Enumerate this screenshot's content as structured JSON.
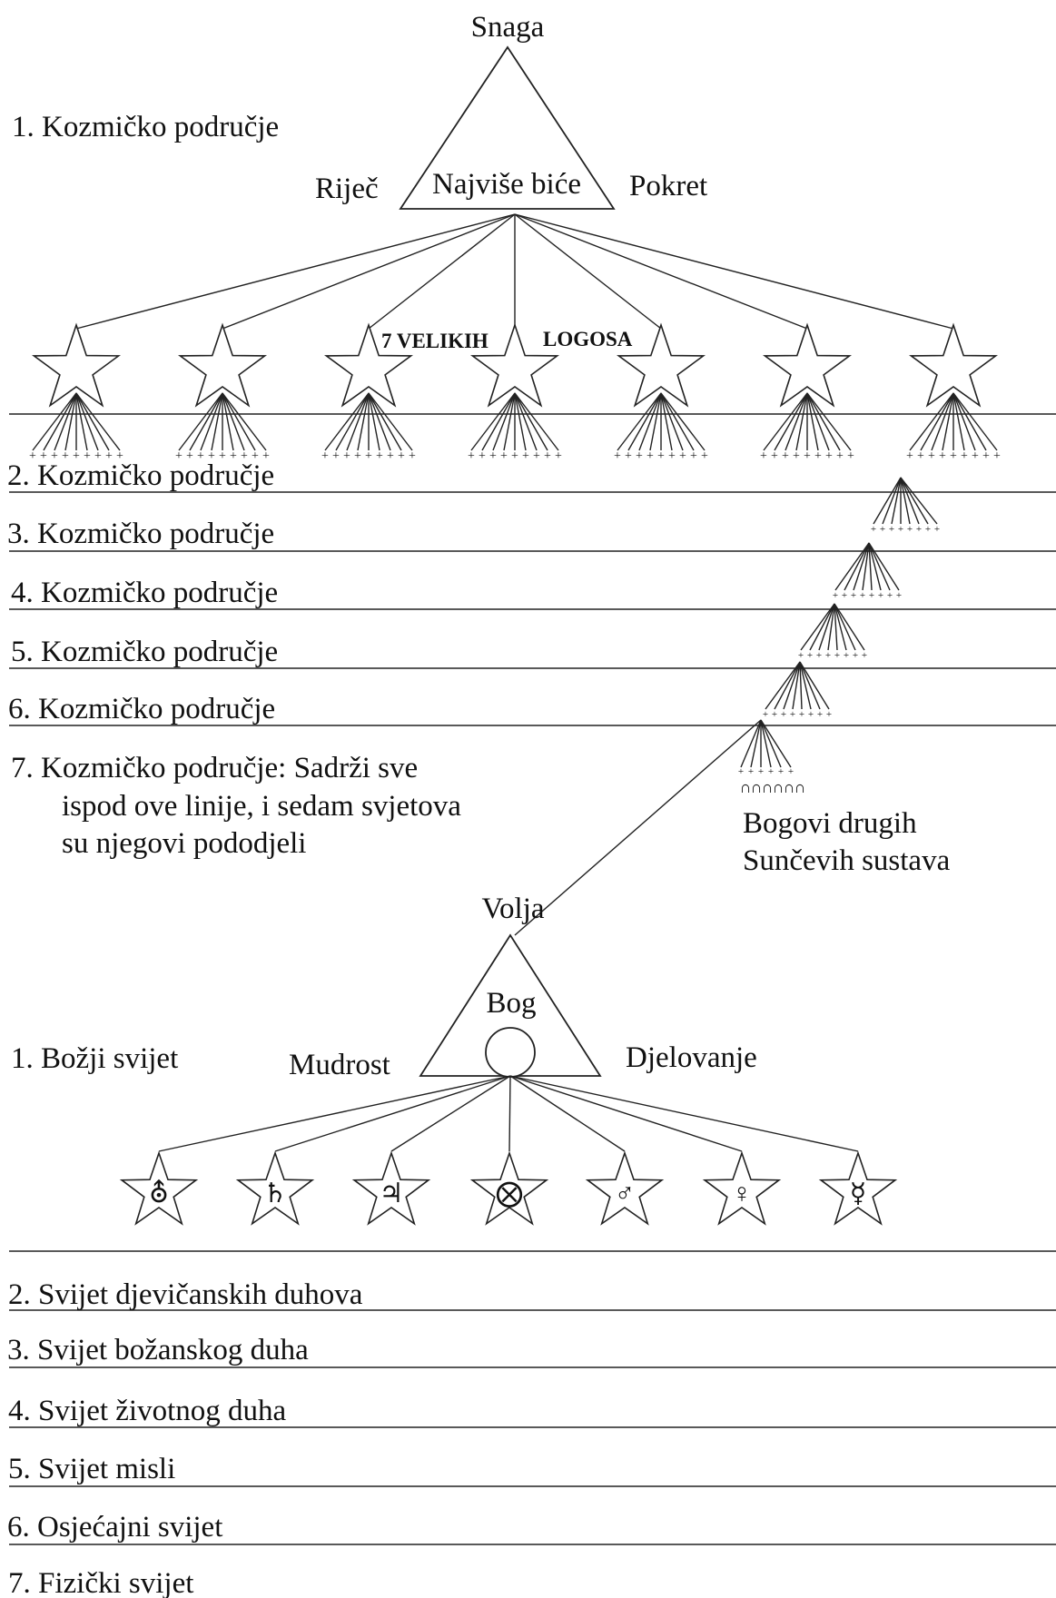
{
  "top_triad": {
    "apex": "Snaga",
    "left": "Riječ",
    "center": "Najviše biće",
    "right": "Pokret"
  },
  "cosmic_label_1": "1.  Kozmičko  područje",
  "logos": {
    "part1": "7  VELIKIH",
    "part2": "LOGOSA",
    "star_count": 7
  },
  "cosmic_planes": [
    "2.  Kozmičko  područje",
    "3.  Kozmičko  područje",
    "4.  Kozmičko  područje",
    "5.  Kozmičko  područje",
    "6.  Kozmičko  područje"
  ],
  "plane_7": [
    "7.  Kozmičko  područje:  Sadrži  sve",
    "ispod  ove  linije,  i  sedam  svjetova",
    "su  njegovi  pododjeli"
  ],
  "other_gods": [
    "Bogovi  drugih",
    "Sunčevih  sustava"
  ],
  "lower_triad": {
    "apex": "Volja",
    "center": "Bog",
    "left": "Mudrost",
    "right": "Djelovanje"
  },
  "world_label_1": "1.  Božji  svijet",
  "planet_symbols": [
    "uranus-symbol",
    "saturn-symbol",
    "jupiter-symbol",
    "earth-symbol",
    "mars-symbol",
    "venus-symbol",
    "mercury-symbol"
  ],
  "worlds": [
    "2.  Svijet  djevičanskih  duhova",
    "3.  Svijet  božanskog  duha",
    "4.  Svijet  životnog  duha",
    "5.  Svijet  misli",
    "6.  Osjećajni  svijet",
    "7.  Fizički  svijet"
  ]
}
